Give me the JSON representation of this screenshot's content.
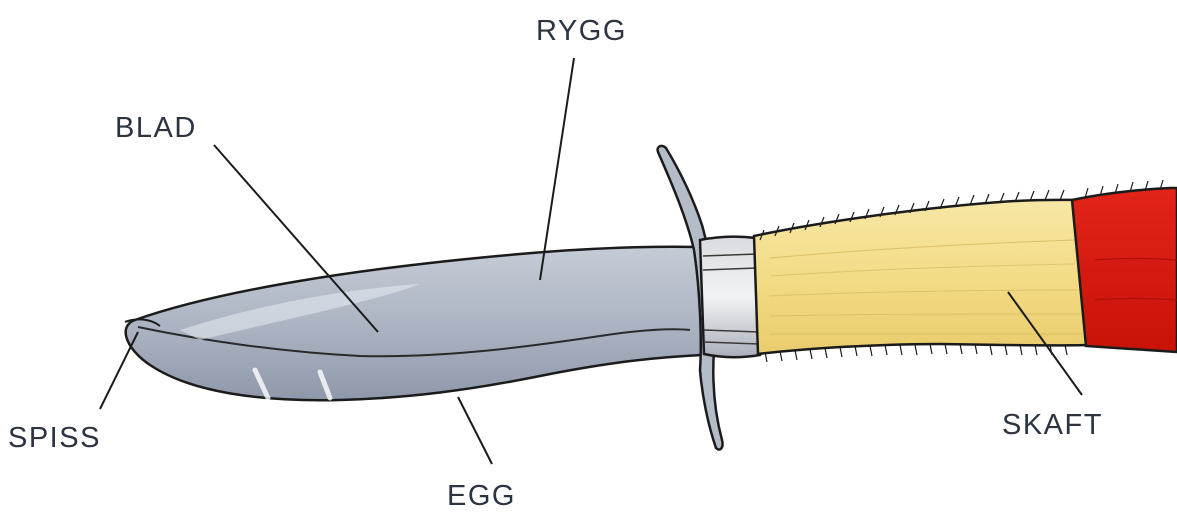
{
  "labels": {
    "rygg": "RYGG",
    "blad": "BLAD",
    "spiss": "SPISS",
    "egg": "EGG",
    "skaft": "SKAFT"
  },
  "colors": {
    "blade": "#b8bfcc",
    "blade_shade": "#8c95a8",
    "guard": "#a9b2bf",
    "bolster": "#c9cdd4",
    "handle_wood": "#f3df8f",
    "handle_end": "#d8190f",
    "outline": "#1b1b1b",
    "label_text": "#2b3440"
  }
}
